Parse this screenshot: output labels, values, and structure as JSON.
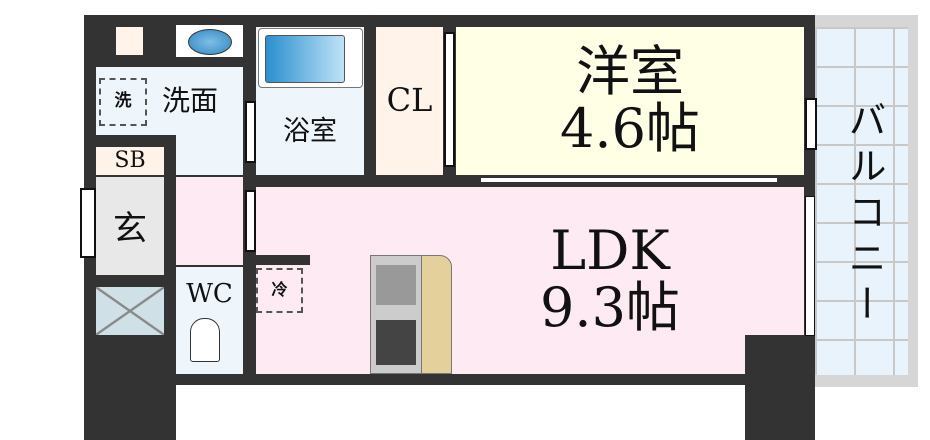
{
  "rooms": {
    "western": {
      "name": "洋室",
      "size": "4.6帖"
    },
    "ldk": {
      "name": "LDK",
      "size": "9.3帖"
    },
    "closet": {
      "name": "CL"
    },
    "bath": {
      "name": "浴室"
    },
    "washroom": {
      "name": "洗面"
    },
    "washer": {
      "name": "洗"
    },
    "shoebox": {
      "name": "SB"
    },
    "entrance": {
      "name": "玄"
    },
    "toilet": {
      "name": "WC"
    },
    "fridge": {
      "name": "冷"
    },
    "balcony": {
      "name": "バルコニー"
    }
  },
  "colors": {
    "wall": "#333333",
    "western": "#ffffe6",
    "ldk": "#fdeaf2",
    "wet": "#eef6fc",
    "closet": "#fff3ea",
    "entrance": "#e8e8e8",
    "balcony": "#e8f3fc"
  }
}
